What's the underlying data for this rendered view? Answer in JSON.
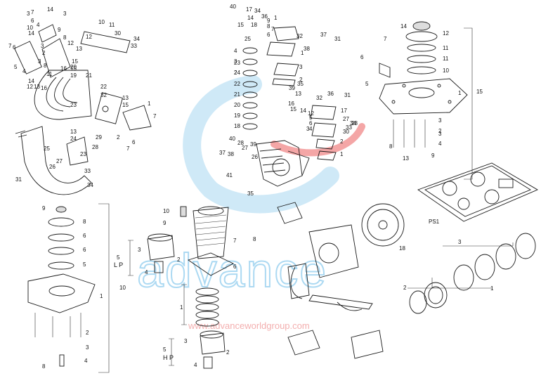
{
  "watermark": {
    "logo_text": "advance",
    "url": "www.advanceworldgroup.com",
    "colors": {
      "blue": "#9ed3f0",
      "red": "#e84a4a",
      "url": "#f2a6a6"
    }
  },
  "labels": {
    "lp": "L P",
    "hp": "H P",
    "gasket_set": "PS1",
    "brackets": {
      "head_assembly_top_right": "15",
      "head_assembly_left": "10",
      "piston_group_lp": "5",
      "piston_group_hp": "5",
      "rings": "1",
      "crank_group": "3"
    }
  },
  "callouts": {
    "top_left": [
      "14",
      "3",
      "7",
      "6",
      "4",
      "10",
      "14",
      "9",
      "8",
      "7",
      "6",
      "5",
      "4",
      "3",
      "2",
      "13",
      "12",
      "3",
      "8",
      "14",
      "15",
      "15",
      "19",
      "16",
      "20",
      "11",
      "21",
      "12",
      "13",
      "16",
      "22",
      "13",
      "15",
      "10",
      "11",
      "12",
      "30",
      "34",
      "33",
      "32",
      "12",
      "13",
      "23",
      "1",
      "7",
      "2",
      "6",
      "25",
      "24",
      "28",
      "29",
      "23",
      "32",
      "31",
      "26",
      "27",
      "33",
      "34"
    ],
    "top_center": [
      "40",
      "17",
      "14",
      "34",
      "15",
      "18",
      "36",
      "1",
      "9",
      "8",
      "7",
      "6",
      "25",
      "4",
      "3",
      "2",
      "23",
      "24",
      "22",
      "21",
      "20",
      "19",
      "18",
      "32",
      "37",
      "31",
      "38",
      "1",
      "3",
      "2",
      "39",
      "35",
      "13",
      "36",
      "32",
      "16",
      "15",
      "14",
      "12",
      "17",
      "33",
      "34",
      "31",
      "27",
      "30",
      "28",
      "5",
      "6",
      "4",
      "3",
      "2",
      "1",
      "40",
      "28",
      "39",
      "27",
      "26",
      "37",
      "38",
      "41",
      "35"
    ],
    "top_right": [
      "14",
      "12",
      "11",
      "11",
      "10",
      "7",
      "6",
      "5",
      "1",
      "15",
      "3",
      "2",
      "3",
      "4",
      "8",
      "9",
      "13"
    ],
    "bottom_left": [
      "9",
      "8",
      "6",
      "6",
      "5",
      "10",
      "1",
      "2",
      "3",
      "4",
      "8"
    ],
    "bottom_center": [
      "10",
      "9",
      "7",
      "8",
      "5",
      "L P",
      "3",
      "2",
      "4",
      "6",
      "1",
      "5",
      "3",
      "2",
      "4",
      "H P"
    ],
    "gasket": [
      "PS1"
    ],
    "bottom_right": [
      "3",
      "2",
      "1",
      "18"
    ]
  }
}
